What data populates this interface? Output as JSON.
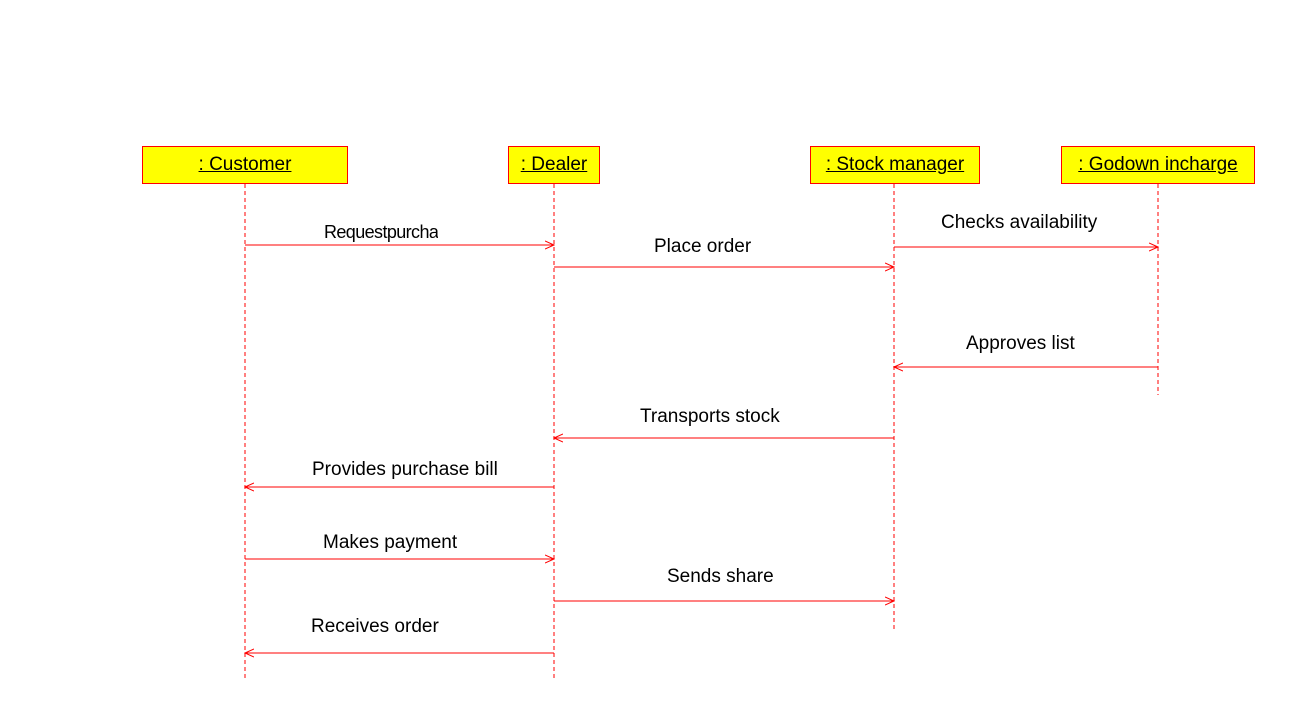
{
  "diagram": {
    "colors": {
      "line": "#ff0000",
      "actor_fill": "#ffff00",
      "text": "#000000",
      "background": "#ffffff"
    },
    "actors": [
      {
        "id": "customer",
        "label": " : Customer"
      },
      {
        "id": "dealer",
        "label": " : Dealer"
      },
      {
        "id": "stock",
        "label": " : Stock manager"
      },
      {
        "id": "godown",
        "label": " : Godown incharge"
      }
    ],
    "messages": [
      {
        "from": "customer",
        "to": "dealer",
        "label": "Requestpurchase"
      },
      {
        "from": "dealer",
        "to": "stock",
        "label": "Place order"
      },
      {
        "from": "stock",
        "to": "godown",
        "label": "Checks availability"
      },
      {
        "from": "godown",
        "to": "stock",
        "label": "Approves list"
      },
      {
        "from": "stock",
        "to": "dealer",
        "label": "Transports stock"
      },
      {
        "from": "dealer",
        "to": "customer",
        "label": "Provides purchase bill"
      },
      {
        "from": "customer",
        "to": "dealer",
        "label": "Makes payment"
      },
      {
        "from": "dealer",
        "to": "stock",
        "label": "Sends share"
      },
      {
        "from": "dealer",
        "to": "customer",
        "label": "Receives order"
      }
    ]
  }
}
